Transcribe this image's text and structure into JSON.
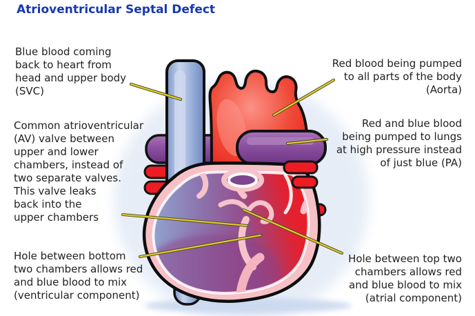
{
  "title": "Atrioventricular Septal Defect",
  "labels": {
    "left": [
      {
        "id": "svc",
        "text": "Blue blood coming\nback to heart from\nhead and upper body\n(SVC)"
      },
      {
        "id": "av-valve",
        "text": "Common atrioventricular\n(AV) valve between\nupper and lower\nchambers, instead of\ntwo separate valves.\nThis valve leaks\nback into the\nupper chambers"
      },
      {
        "id": "ventricular-hole",
        "text": "Hole between bottom\ntwo chambers allows red\nand blue blood to mix\n(ventricular component)"
      }
    ],
    "right": [
      {
        "id": "aorta",
        "text": "Red blood being pumped\nto all parts of the body\n(Aorta)"
      },
      {
        "id": "pulmonary-artery",
        "text": "Red and blue blood\nbeing pumped to lungs\nat high pressure instead\nof just blue (PA)"
      },
      {
        "id": "atrial-hole",
        "text": "Hole between top two\nchambers allows red\nand blue blood to mix\n(atrial component)"
      }
    ]
  },
  "illustration": {
    "parts": [
      "superior-vena-cava-vessel",
      "inferior-vena-cava-vessel",
      "aorta-arch",
      "pulmonary-artery-tube",
      "pulmonary-vein-stubs",
      "heart-cross-section",
      "mixed-blood-chambers",
      "common-av-valve",
      "leader-lines"
    ]
  },
  "colors": {
    "background": "#ffffff",
    "title_blue": "#1638b0",
    "label_text": "#1f1f1f",
    "leader_line_yellow": "#ddca30",
    "vein_blue": "#8ea6d4",
    "artery_red": "#ee2420",
    "pulmonary_purple": "#7d4291",
    "heart_wall_pink": "#f6c0c7",
    "mixed_blood_purple": "#93518f",
    "halo_blue": "#e2eaf6"
  }
}
